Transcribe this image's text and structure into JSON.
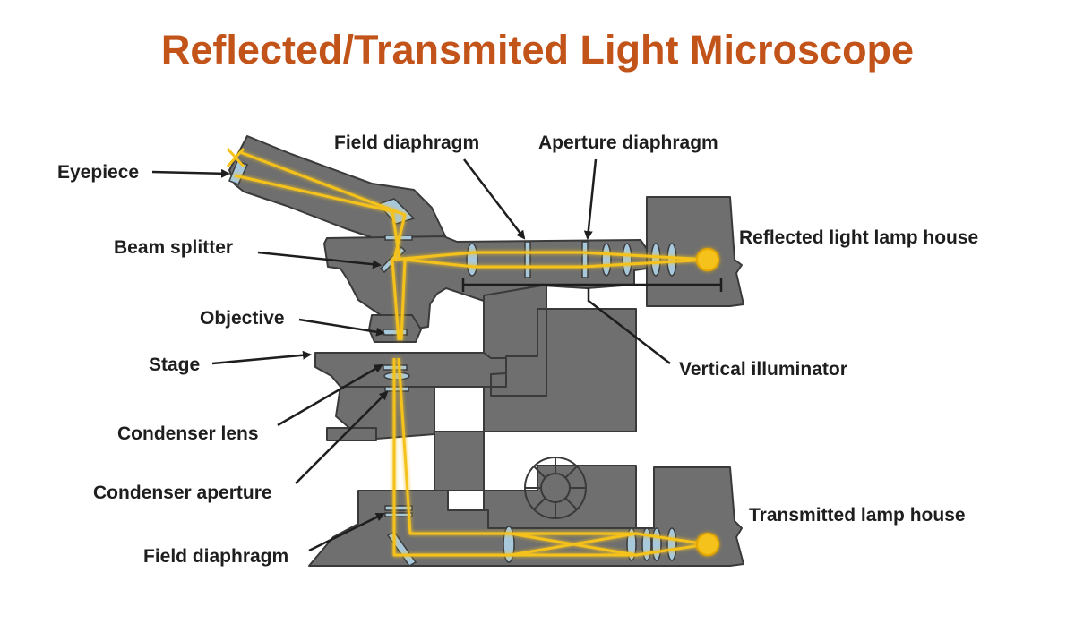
{
  "title": "Reflected/Transmited Light Microscope",
  "colors": {
    "title": "#c2541a",
    "body": "#6f6f6f",
    "outline": "#3a3a3a",
    "beam": "#f5c21a",
    "glass": "#a8c8dc",
    "label": "#1e1e1e"
  },
  "labels": {
    "eyepiece": "Eyepiece",
    "beam_splitter": "Beam splitter",
    "objective": "Objective",
    "stage": "Stage",
    "condenser_lens": "Condenser lens",
    "condenser_aperture": "Condenser aperture",
    "field_diaphragm_bottom": "Field diaphragm",
    "field_diaphragm_top": "Field diaphragm",
    "aperture_diaphragm": "Aperture diaphragm",
    "reflected_lamp_house": "Reflected light lamp house",
    "vertical_illuminator": "Vertical illuminator",
    "transmitted_lamp_house": "Transmitted lamp house"
  }
}
